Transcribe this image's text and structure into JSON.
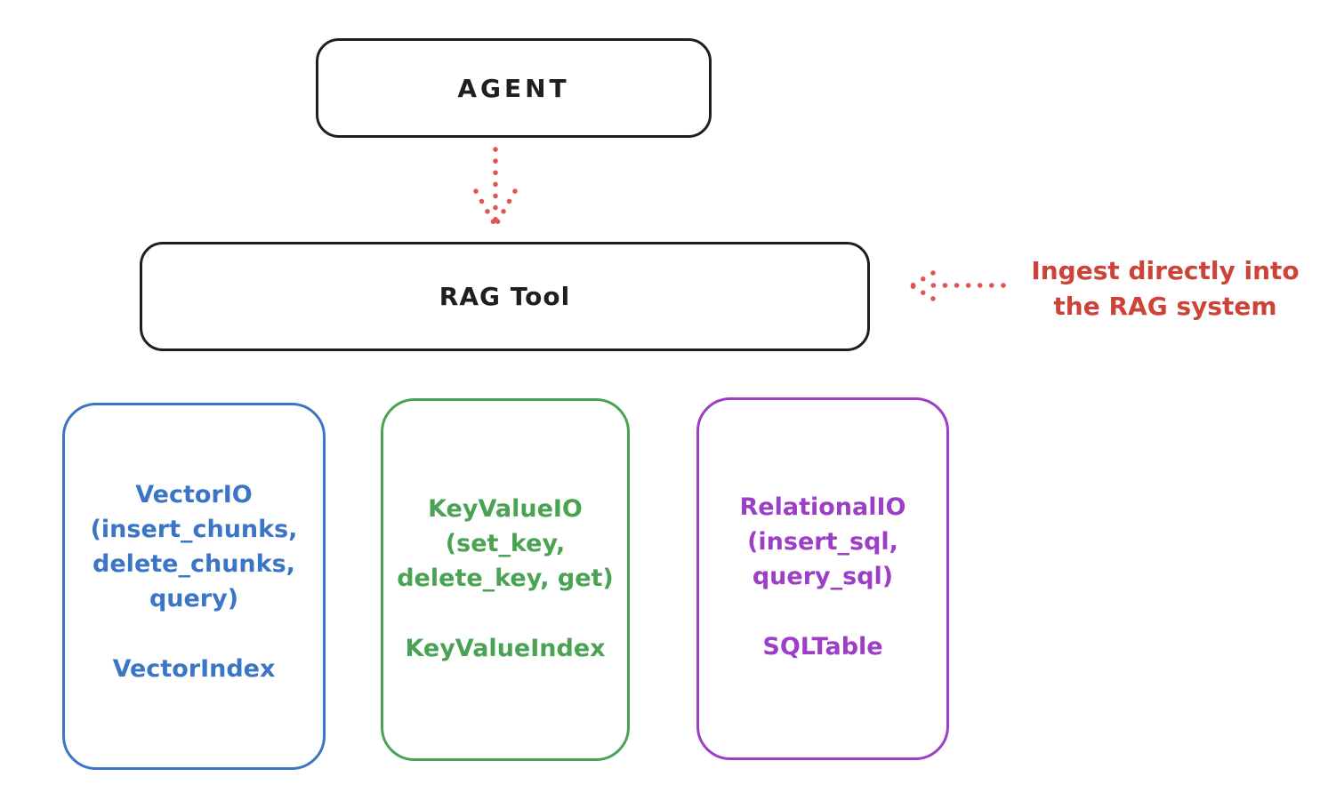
{
  "diagram": {
    "background": "#ffffff",
    "ink_color": "#1f1f1f",
    "agent_box": {
      "label": "AGENT"
    },
    "rag_box": {
      "label": "RAG Tool"
    },
    "annotation": {
      "line1": "Ingest directly into",
      "line2": "the RAG system",
      "color": "#cd4338"
    },
    "arrows": {
      "color": "#e05752",
      "agent_to_rag": "dotted arrow pointing down from AGENT to RAG Tool",
      "ingest_to_rag": "dotted arrow pointing left from annotation to RAG Tool"
    },
    "storage_boxes": [
      {
        "id": "vector-io",
        "color": "#3b76c6",
        "lines": [
          "VectorIO",
          "(insert_chunks,",
          "delete_chunks,",
          "query)"
        ],
        "index_label": "VectorIndex"
      },
      {
        "id": "keyvalue-io",
        "color": "#4aa353",
        "lines": [
          "KeyValueIO",
          "(set_key,",
          "delete_key, get)"
        ],
        "index_label": "KeyValueIndex"
      },
      {
        "id": "relational-io",
        "color": "#9d3ec6",
        "lines": [
          "RelationalIO",
          "(insert_sql,",
          "query_sql)"
        ],
        "index_label": "SQLTable"
      }
    ]
  }
}
